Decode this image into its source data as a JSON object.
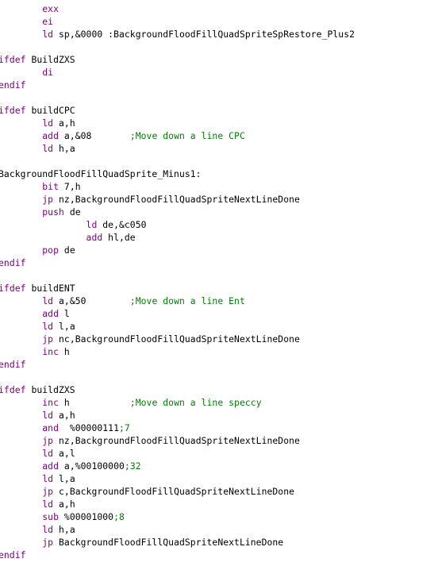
{
  "editor": {
    "colors": {
      "background": "#ffffff",
      "keyword": "#800080",
      "text": "#000000",
      "number": "#008000",
      "comment": "#008000"
    },
    "lines": [
      [
        {
          "k": "txt",
          "t": "        "
        },
        {
          "k": "kw",
          "t": "exx"
        }
      ],
      [
        {
          "k": "txt",
          "t": "        "
        },
        {
          "k": "kw",
          "t": "ei"
        }
      ],
      [
        {
          "k": "txt",
          "t": "        "
        },
        {
          "k": "kw",
          "t": "ld"
        },
        {
          "k": "txt",
          "t": " sp,&0000 :BackgroundFloodFillQuadSpriteSpRestore_Plus2"
        }
      ],
      [],
      [
        {
          "k": "kw",
          "t": "ifdef"
        },
        {
          "k": "txt",
          "t": " BuildZXS"
        }
      ],
      [
        {
          "k": "txt",
          "t": "        "
        },
        {
          "k": "kw",
          "t": "di"
        }
      ],
      [
        {
          "k": "kw",
          "t": "endif"
        }
      ],
      [],
      [
        {
          "k": "kw",
          "t": "ifdef"
        },
        {
          "k": "txt",
          "t": " buildCPC"
        }
      ],
      [
        {
          "k": "txt",
          "t": "        "
        },
        {
          "k": "kw",
          "t": "ld"
        },
        {
          "k": "txt",
          "t": " a,h"
        }
      ],
      [
        {
          "k": "txt",
          "t": "        "
        },
        {
          "k": "kw",
          "t": "add"
        },
        {
          "k": "txt",
          "t": " a,&08       "
        },
        {
          "k": "cm",
          "t": ";Move down a line CPC"
        }
      ],
      [
        {
          "k": "txt",
          "t": "        "
        },
        {
          "k": "kw",
          "t": "ld"
        },
        {
          "k": "txt",
          "t": " h,a"
        }
      ],
      [],
      [
        {
          "k": "txt",
          "t": "BackgroundFloodFillQuadSprite_Minus1:"
        }
      ],
      [
        {
          "k": "txt",
          "t": "        "
        },
        {
          "k": "kw",
          "t": "bit"
        },
        {
          "k": "txt",
          "t": " 7,h"
        }
      ],
      [
        {
          "k": "txt",
          "t": "        "
        },
        {
          "k": "kw",
          "t": "jp"
        },
        {
          "k": "txt",
          "t": " nz,BackgroundFloodFillQuadSpriteNextLineDone"
        }
      ],
      [
        {
          "k": "txt",
          "t": "        "
        },
        {
          "k": "kw",
          "t": "push"
        },
        {
          "k": "txt",
          "t": " de"
        }
      ],
      [
        {
          "k": "txt",
          "t": "                "
        },
        {
          "k": "kw",
          "t": "ld"
        },
        {
          "k": "txt",
          "t": " de,&c050"
        }
      ],
      [
        {
          "k": "txt",
          "t": "                "
        },
        {
          "k": "kw",
          "t": "add"
        },
        {
          "k": "txt",
          "t": " hl,de"
        }
      ],
      [
        {
          "k": "txt",
          "t": "        "
        },
        {
          "k": "kw",
          "t": "pop"
        },
        {
          "k": "txt",
          "t": " de"
        }
      ],
      [
        {
          "k": "kw",
          "t": "endif"
        }
      ],
      [],
      [
        {
          "k": "kw",
          "t": "ifdef"
        },
        {
          "k": "txt",
          "t": " buildENT"
        }
      ],
      [
        {
          "k": "txt",
          "t": "        "
        },
        {
          "k": "kw",
          "t": "ld"
        },
        {
          "k": "txt",
          "t": " a,&50        "
        },
        {
          "k": "cm",
          "t": ";Move down a line Ent"
        }
      ],
      [
        {
          "k": "txt",
          "t": "        "
        },
        {
          "k": "kw",
          "t": "add"
        },
        {
          "k": "txt",
          "t": " l"
        }
      ],
      [
        {
          "k": "txt",
          "t": "        "
        },
        {
          "k": "kw",
          "t": "ld"
        },
        {
          "k": "txt",
          "t": " l,a"
        }
      ],
      [
        {
          "k": "txt",
          "t": "        "
        },
        {
          "k": "kw",
          "t": "jp"
        },
        {
          "k": "txt",
          "t": " nc,BackgroundFloodFillQuadSpriteNextLineDone"
        }
      ],
      [
        {
          "k": "txt",
          "t": "        "
        },
        {
          "k": "kw",
          "t": "inc"
        },
        {
          "k": "txt",
          "t": " h"
        }
      ],
      [
        {
          "k": "kw",
          "t": "endif"
        }
      ],
      [],
      [
        {
          "k": "kw",
          "t": "ifdef"
        },
        {
          "k": "txt",
          "t": " buildZXS"
        }
      ],
      [
        {
          "k": "txt",
          "t": "        "
        },
        {
          "k": "kw",
          "t": "inc"
        },
        {
          "k": "txt",
          "t": " h           "
        },
        {
          "k": "cm",
          "t": ";Move down a line speccy"
        }
      ],
      [
        {
          "k": "txt",
          "t": "        "
        },
        {
          "k": "kw",
          "t": "ld"
        },
        {
          "k": "txt",
          "t": " a,h"
        }
      ],
      [
        {
          "k": "txt",
          "t": "        "
        },
        {
          "k": "kw",
          "t": "and"
        },
        {
          "k": "txt",
          "t": "  %00000111"
        },
        {
          "k": "cm",
          "t": ";7"
        }
      ],
      [
        {
          "k": "txt",
          "t": "        "
        },
        {
          "k": "kw",
          "t": "jp"
        },
        {
          "k": "txt",
          "t": " nz,BackgroundFloodFillQuadSpriteNextLineDone"
        }
      ],
      [
        {
          "k": "txt",
          "t": "        "
        },
        {
          "k": "kw",
          "t": "ld"
        },
        {
          "k": "txt",
          "t": " a,l"
        }
      ],
      [
        {
          "k": "txt",
          "t": "        "
        },
        {
          "k": "kw",
          "t": "add"
        },
        {
          "k": "txt",
          "t": " a,%00100000"
        },
        {
          "k": "cm",
          "t": ";32"
        }
      ],
      [
        {
          "k": "txt",
          "t": "        "
        },
        {
          "k": "kw",
          "t": "ld"
        },
        {
          "k": "txt",
          "t": " l,a"
        }
      ],
      [
        {
          "k": "txt",
          "t": "        "
        },
        {
          "k": "kw",
          "t": "jp"
        },
        {
          "k": "txt",
          "t": " c,BackgroundFloodFillQuadSpriteNextLineDone"
        }
      ],
      [
        {
          "k": "txt",
          "t": "        "
        },
        {
          "k": "kw",
          "t": "ld"
        },
        {
          "k": "txt",
          "t": " a,h"
        }
      ],
      [
        {
          "k": "txt",
          "t": "        "
        },
        {
          "k": "kw",
          "t": "sub"
        },
        {
          "k": "txt",
          "t": " %00001000"
        },
        {
          "k": "cm",
          "t": ";8"
        }
      ],
      [
        {
          "k": "txt",
          "t": "        "
        },
        {
          "k": "kw",
          "t": "ld"
        },
        {
          "k": "txt",
          "t": " h,a"
        }
      ],
      [
        {
          "k": "txt",
          "t": "        "
        },
        {
          "k": "kw",
          "t": "jp"
        },
        {
          "k": "txt",
          "t": " BackgroundFloodFillQuadSpriteNextLineDone"
        }
      ],
      [
        {
          "k": "kw",
          "t": "endif"
        }
      ]
    ]
  }
}
